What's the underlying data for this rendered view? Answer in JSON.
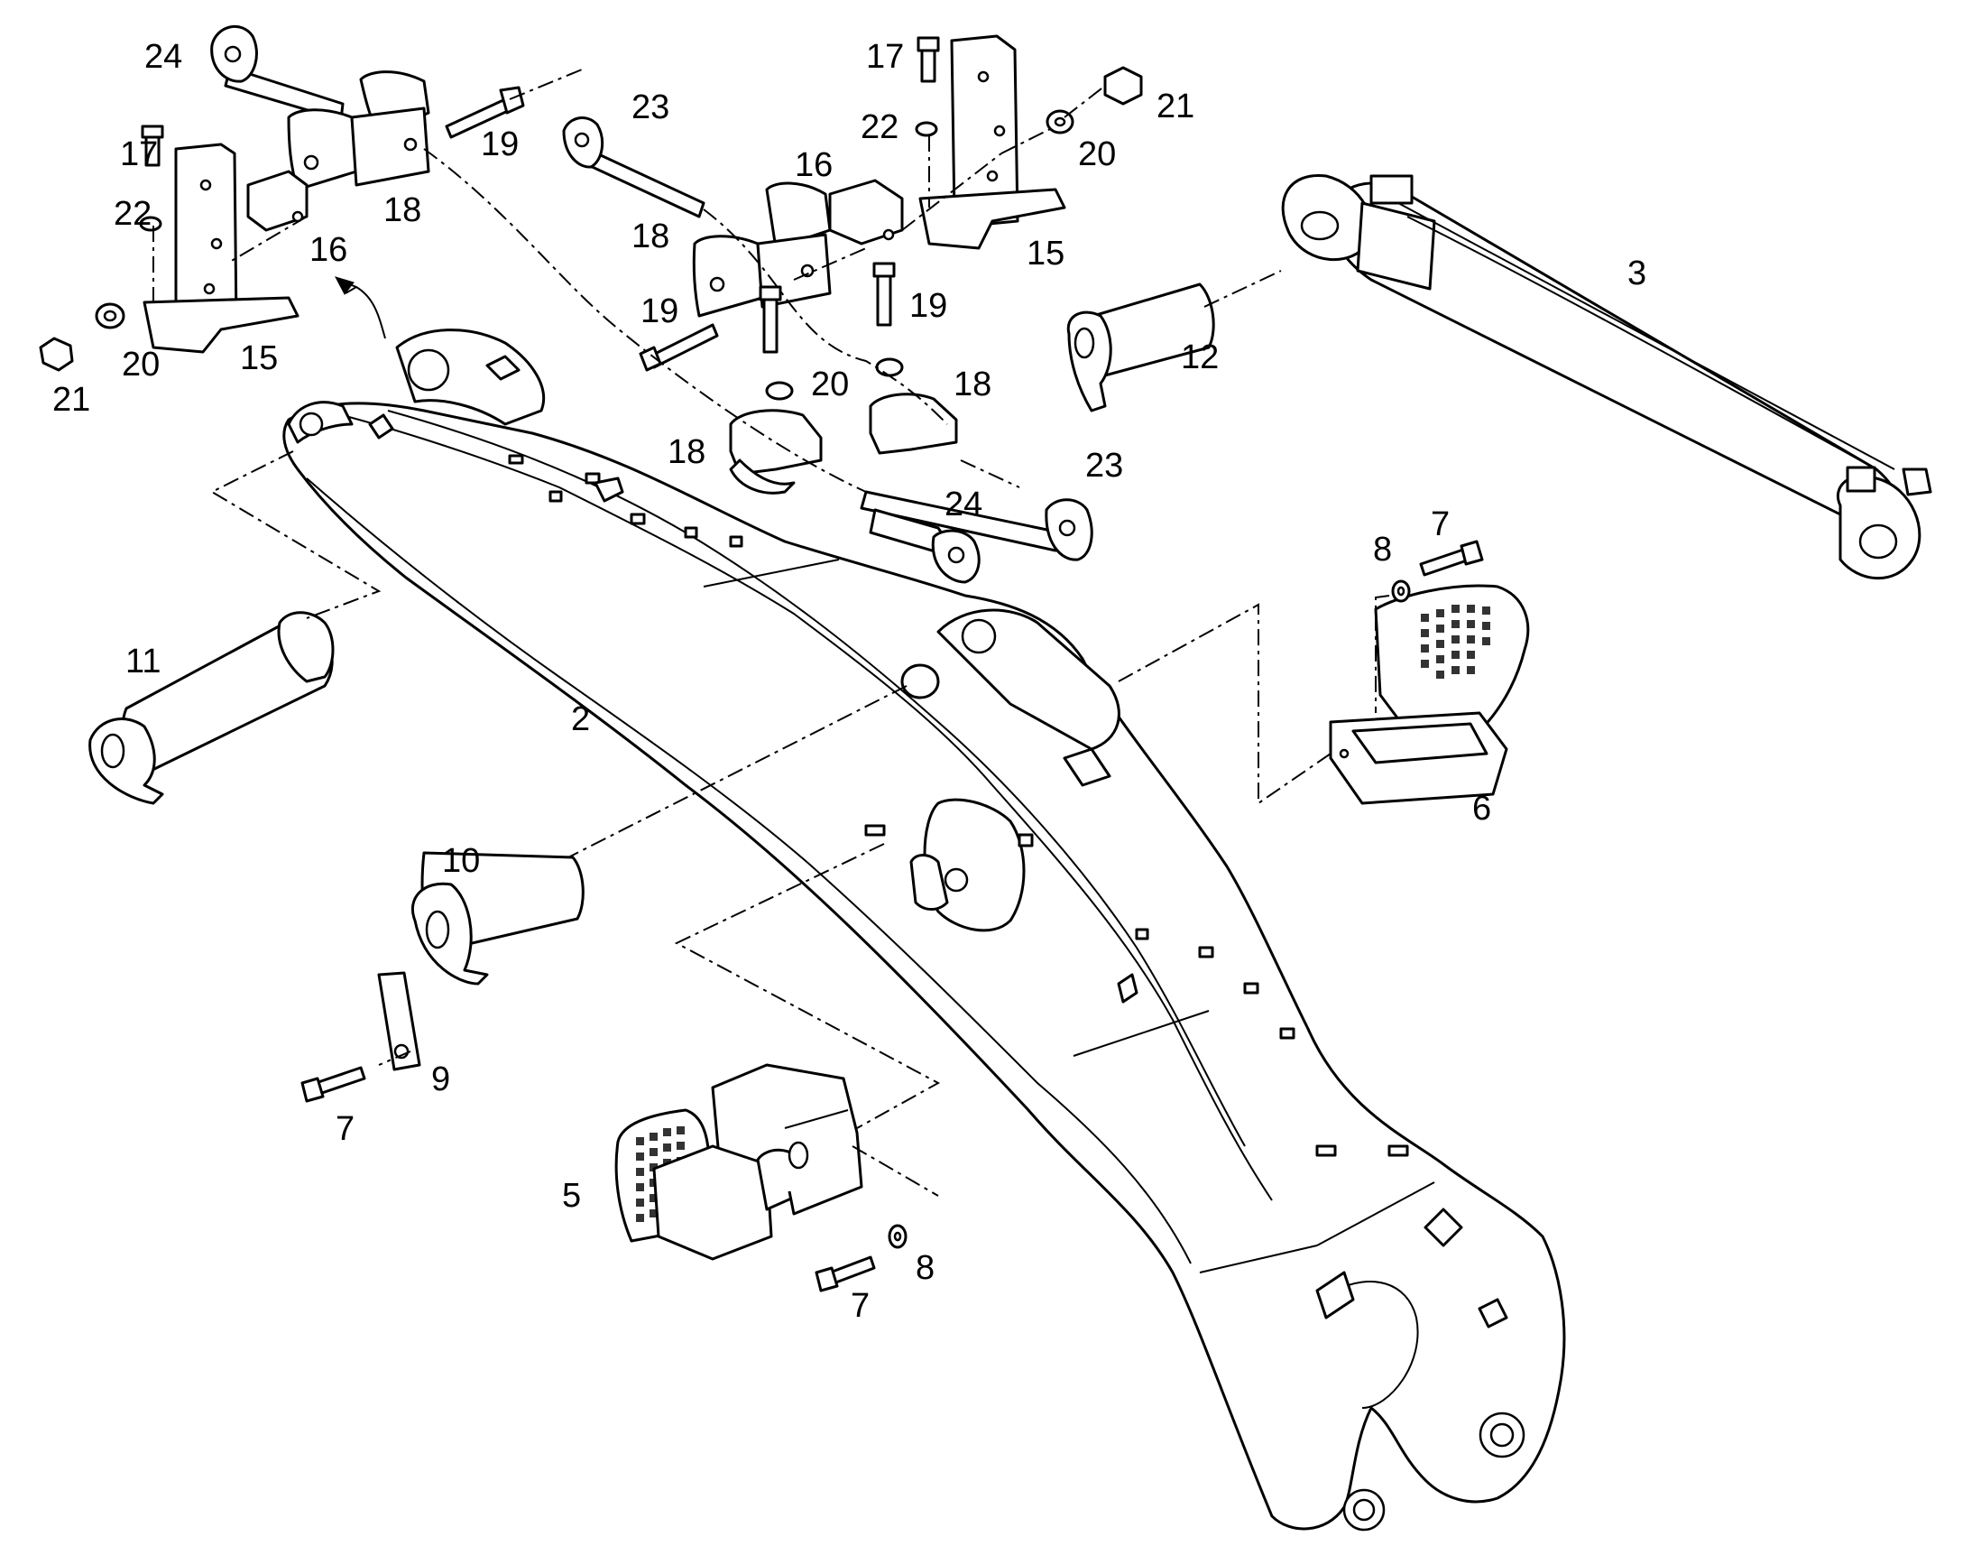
{
  "diagram": {
    "callouts": [
      {
        "key": "c24a",
        "text": "24"
      },
      {
        "key": "c23a",
        "text": "23"
      },
      {
        "key": "c17a",
        "text": "17"
      },
      {
        "key": "c22a",
        "text": "22"
      },
      {
        "key": "c19a",
        "text": "19"
      },
      {
        "key": "c18a",
        "text": "18"
      },
      {
        "key": "c16a",
        "text": "16"
      },
      {
        "key": "c20a",
        "text": "20"
      },
      {
        "key": "c21a",
        "text": "21"
      },
      {
        "key": "c15a",
        "text": "15"
      },
      {
        "key": "c17b",
        "text": "17"
      },
      {
        "key": "c22b",
        "text": "22"
      },
      {
        "key": "c21b",
        "text": "21"
      },
      {
        "key": "c20b",
        "text": "20"
      },
      {
        "key": "c16b",
        "text": "16"
      },
      {
        "key": "c15b",
        "text": "15"
      },
      {
        "key": "c18b",
        "text": "18"
      },
      {
        "key": "c19b",
        "text": "19"
      },
      {
        "key": "c19c",
        "text": "19"
      },
      {
        "key": "c20c",
        "text": "20"
      },
      {
        "key": "c18c",
        "text": "18"
      },
      {
        "key": "c18d",
        "text": "18"
      },
      {
        "key": "c24b",
        "text": "24"
      },
      {
        "key": "c23b",
        "text": "23"
      },
      {
        "key": "c12",
        "text": "12"
      },
      {
        "key": "c3",
        "text": "3"
      },
      {
        "key": "c8a",
        "text": "8"
      },
      {
        "key": "c7a",
        "text": "7"
      },
      {
        "key": "c6",
        "text": "6"
      },
      {
        "key": "c11",
        "text": "11"
      },
      {
        "key": "c2",
        "text": "2"
      },
      {
        "key": "c10",
        "text": "10"
      },
      {
        "key": "c9",
        "text": "9"
      },
      {
        "key": "c7b",
        "text": "7"
      },
      {
        "key": "c5",
        "text": "5"
      },
      {
        "key": "c8b",
        "text": "8"
      },
      {
        "key": "c7c",
        "text": "7"
      }
    ]
  }
}
